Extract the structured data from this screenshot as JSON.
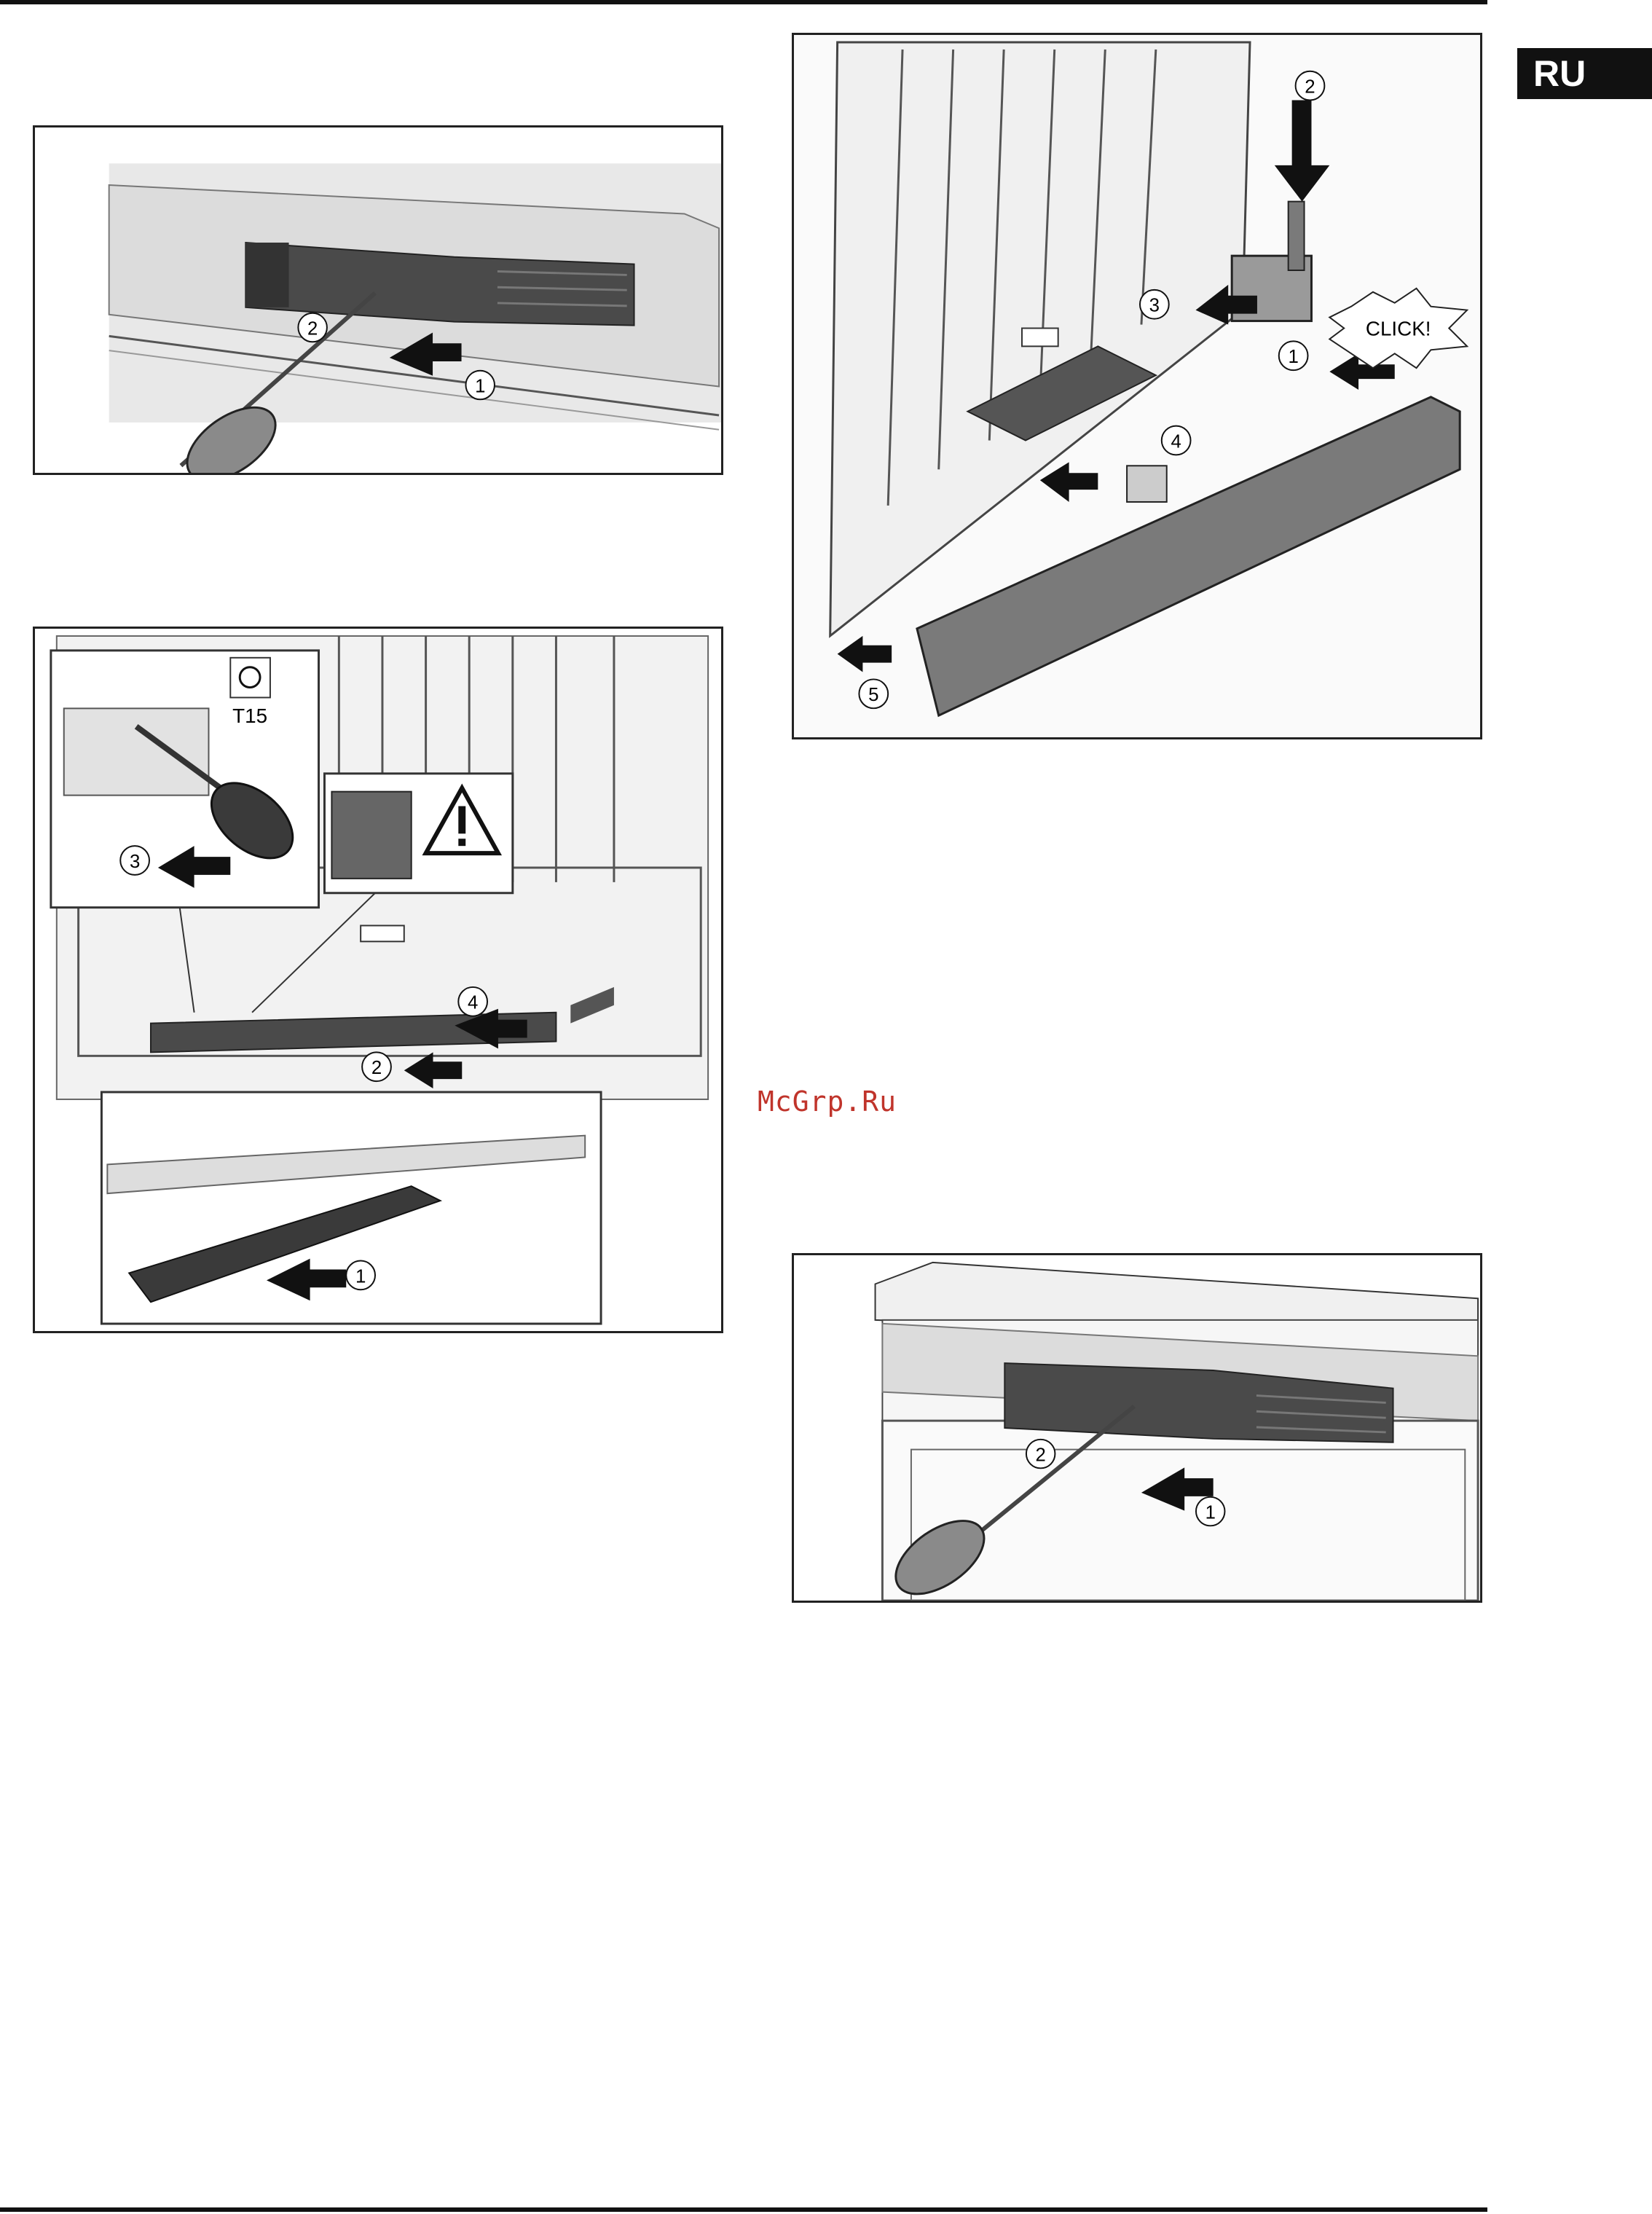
{
  "header": {
    "language_badge": "RU"
  },
  "figures": {
    "fig1": {
      "callouts": [
        "1",
        "2"
      ]
    },
    "fig2": {
      "callouts": [
        "1",
        "2",
        "3",
        "4"
      ],
      "tool_label": "T15"
    },
    "fig3": {
      "callouts": [
        "1",
        "2",
        "3",
        "4",
        "5"
      ],
      "sound_label": "CLICK!"
    },
    "fig4": {
      "callouts": [
        "1",
        "2"
      ]
    }
  },
  "watermark": "McGrp.Ru"
}
